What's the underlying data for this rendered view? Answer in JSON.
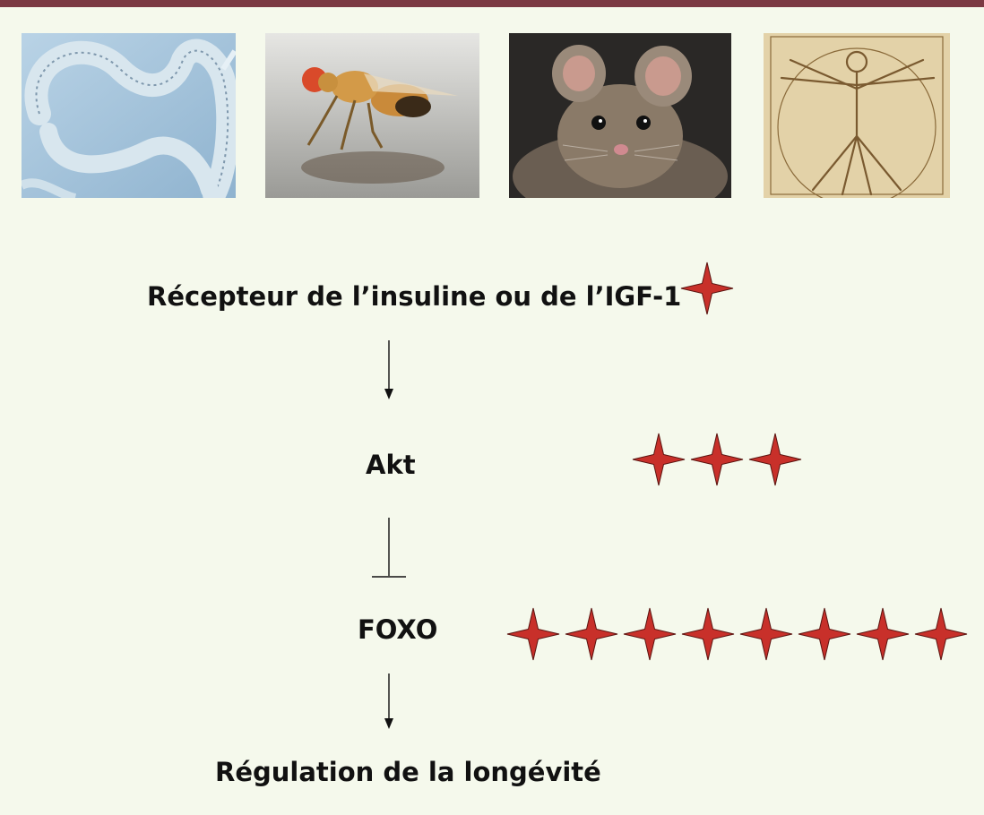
{
  "labels": {
    "receptor": "Récepteur de l’insuline ou de l’IGF-1",
    "akt": "Akt",
    "foxo": "FOXO",
    "longevity": "Régulation de la longévité"
  },
  "colors": {
    "top_bar": "#7b3a43",
    "background": "#f5f9ec",
    "star": "#c8302a"
  },
  "star_counts": {
    "receptor": 1,
    "akt": 3,
    "foxo": 8
  },
  "connectors": [
    {
      "from": "receptor",
      "to": "akt",
      "type": "arrow"
    },
    {
      "from": "akt",
      "to": "foxo",
      "type": "inhibition"
    },
    {
      "from": "foxo",
      "to": "longevity",
      "type": "arrow"
    }
  ]
}
